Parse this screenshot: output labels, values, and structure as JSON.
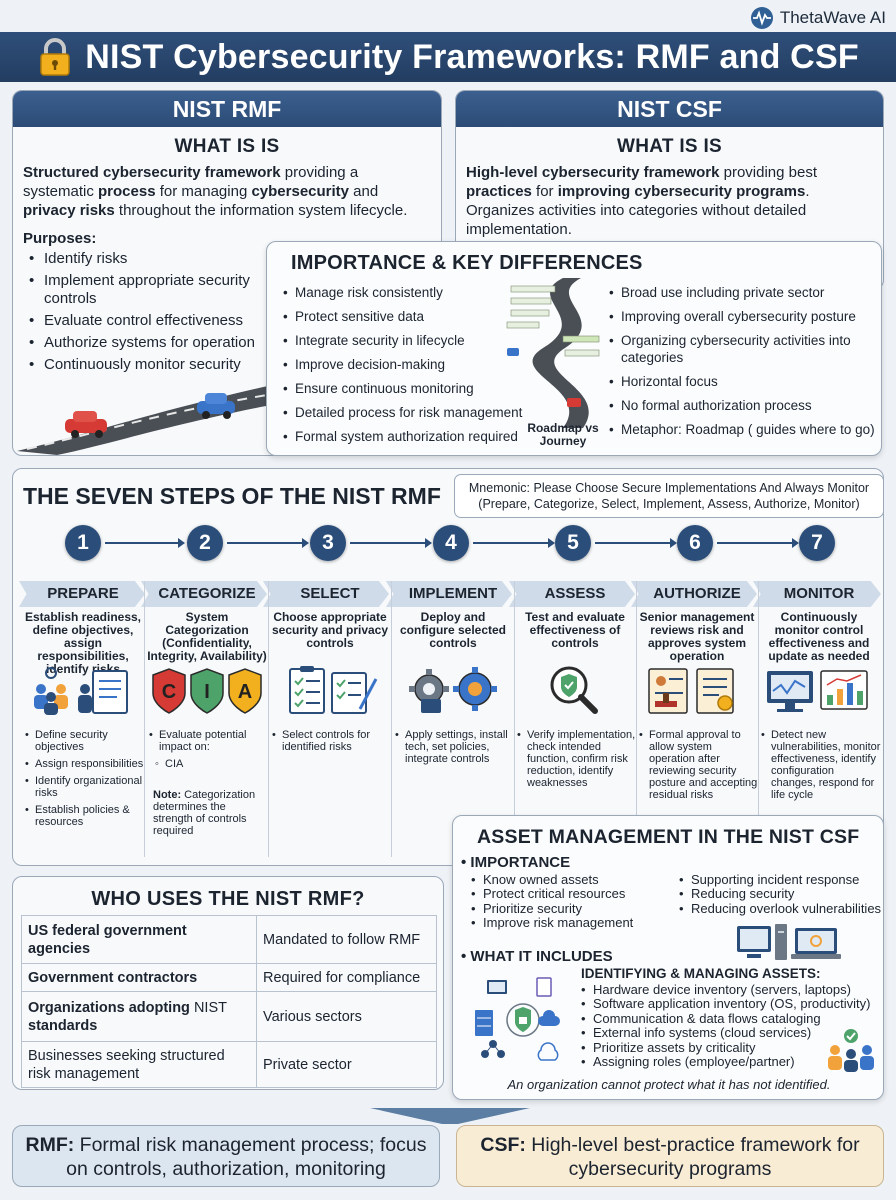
{
  "brand": {
    "name": "ThetaWave AI"
  },
  "title": "NIST Cybersecurity Frameworks: RMF and CSF",
  "rmf": {
    "heading": "NIST RMF",
    "what_heading": "WHAT IS IS",
    "what_b1": "Structured cybersecurity framework",
    "what_t1": " providing a systematic ",
    "what_b2": "process",
    "what_t2": " for managing ",
    "what_b3": "cybersecurity",
    "what_t3": " and ",
    "what_b4": "privacy risks",
    "what_t4": " throughout the information system lifecycle.",
    "purposes_heading": "Purposes:",
    "purposes": [
      "Identify risks",
      "Implement appropriate security controls",
      "Evaluate control effectiveness",
      "Authorize systems for operation",
      "Continuously monitor security"
    ]
  },
  "csf": {
    "heading": "NIST CSF",
    "what_heading": "WHAT IS IS",
    "what_b1": "High-level cybersecurity framework",
    "what_t1": " providing best ",
    "what_b2": "practices",
    "what_t2": " for ",
    "what_b3": "improving cybersecurity programs",
    "what_t3": ". Organizes activities into categories without detailed implementation."
  },
  "key_differences": {
    "heading": "IMPORTANCE & KEY DIFFERENCES",
    "rmf_points": [
      "Manage risk consistently",
      "Protect sensitive data",
      "Integrate security in lifecycle",
      "Improve decision-making",
      "Ensure continuous monitoring",
      "Detailed process for risk management",
      "Formal system authorization required"
    ],
    "csf_points": [
      "Broad use including private sector",
      "Improving overall cybersecurity posture",
      "Organizing cybersecurity activities into categories",
      "Horizontal focus",
      "No formal authorization process",
      "Metaphor: Roadmap ( guides where to go)"
    ],
    "road_label": "Roadmap vs Journey"
  },
  "seven_steps": {
    "heading": "THE SEVEN STEPS OF THE NIST RMF",
    "mnemonic_line1": "Mnemonic: Please Choose Secure Implementations And Always Monitor",
    "mnemonic_line2": "(Prepare, Categorize, Select, Implement, Assess, Authorize, Monitor)",
    "steps": [
      {
        "num": "1",
        "name": "PREPARE",
        "desc": "Establish readiness, define objectives, assign responsibilities, identify risks",
        "icon": "team-document-icon",
        "bullets": [
          "Define security objectives",
          "Assign responsibilities",
          "Identify organizational risks",
          "Establish policies & resources"
        ]
      },
      {
        "num": "2",
        "name": "CATEGORIZE",
        "desc": "System Categorization (Confidentiality, Integrity, Availability)",
        "icon": "cia-shields-icon",
        "shield_letters": [
          "C",
          "I",
          "A"
        ],
        "bullets": [
          "Evaluate potential impact on:"
        ],
        "sub_bullets": [
          "CIA"
        ],
        "note_label": "Note:",
        "note_text": " Categorization determines the strength of controls required"
      },
      {
        "num": "3",
        "name": "SELECT",
        "desc": "Choose appropriate security and privacy controls",
        "icon": "checklist-icon",
        "bullets": [
          "Select controls for identified risks"
        ]
      },
      {
        "num": "4",
        "name": "IMPLEMENT",
        "desc": "Deploy and configure selected controls",
        "icon": "gears-icon",
        "bullets": [
          "Apply settings, install tech, set policies, integrate controls"
        ]
      },
      {
        "num": "5",
        "name": "ASSESS",
        "desc": "Test and evaluate effectiveness of controls",
        "icon": "magnifier-shield-icon",
        "bullets": [
          "Verify implementation, check intended function, confirm risk reduction, identify weaknesses"
        ]
      },
      {
        "num": "6",
        "name": "AUTHORIZE",
        "desc": "Senior management reviews risk and approves system operation",
        "icon": "approval-stamp-icon",
        "bullets": [
          "Formal approval to allow system operation after reviewing security posture and accepting residual risks"
        ]
      },
      {
        "num": "7",
        "name": "MONITOR",
        "desc": "Continuously monitor control effectiveness and update as needed",
        "icon": "monitor-dashboard-icon",
        "bullets": [
          "Detect new vulnerabilities, monitor effectiveness, identify configuration changes, respond for life cycle"
        ]
      }
    ]
  },
  "who_uses": {
    "heading": "WHO USES THE NIST RMF?",
    "rows": [
      {
        "bold": "US federal government agencies",
        "plain": "",
        "value": "Mandated to follow RMF"
      },
      {
        "bold": "Government contractors",
        "plain": "",
        "value": "Required for compliance"
      },
      {
        "bold": "Organizations adopting",
        "plain": " NIST ",
        "bold2": "standards",
        "value": "Various sectors"
      },
      {
        "bold": "",
        "plain": "Businesses seeking structured risk management",
        "value": "Private sector"
      }
    ]
  },
  "asset_mgmt": {
    "heading": "ASSET MANAGEMENT IN THE NIST CSF",
    "importance_label": "IMPORTANCE",
    "importance_left": [
      "Know owned assets",
      "Protect critical resources",
      "Prioritize security",
      "Improve risk management"
    ],
    "importance_right": [
      "Supporting incident response",
      "Reducing security",
      "Reducing overlook vulnerabilities"
    ],
    "includes_label": "WHAT IT INCLUDES",
    "includes_subheading": "IDENTIFYING & MANAGING ASSETS:",
    "includes": [
      "Hardware device inventory (servers, laptops)",
      "Software application inventory (OS, productivity)",
      "Communication & data flows cataloging",
      "External info systems (cloud services)",
      "Prioritize assets by criticality",
      "Assigning roles (employee/partner)"
    ],
    "quote": "An organization cannot protect what it has not identified."
  },
  "summary": {
    "rmf_label": "RMF:",
    "rmf_text": " Formal risk management process; focus on controls, authorization, monitoring",
    "csf_label": "CSF:",
    "csf_text": " High-level best-practice framework for cybersecurity programs"
  },
  "colors": {
    "navy": "#2b4d7a",
    "header": "#233d61",
    "chevron": "#cfdbe8",
    "csf_summary": "#f8ecd4",
    "rmf_summary": "#dce6f1"
  }
}
